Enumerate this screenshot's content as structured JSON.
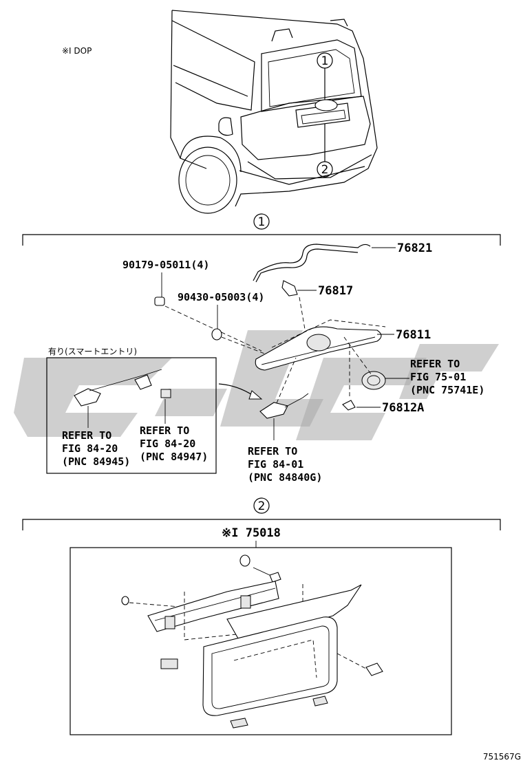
{
  "header": {
    "dop_note": "※I DOP"
  },
  "callouts": {
    "one": "1",
    "two": "2"
  },
  "sections": {
    "one": {
      "parts": {
        "p76821": "76821",
        "p90179": "90179-05011(4)",
        "p76817": "76817",
        "p90430": "90430-05003(4)",
        "p76811": "76811",
        "p76812a": "76812A"
      },
      "inset_title": "有り(スマートエントリ)",
      "refs": {
        "ref_a": [
          "REFER TO",
          "FIG 84-20",
          "(PNC 84945)"
        ],
        "ref_b": [
          "REFER TO",
          "FIG 84-20",
          "(PNC 84947)"
        ],
        "ref_c": [
          "REFER TO",
          "FIG 84-01",
          "(PNC 84840G)"
        ],
        "ref_d": [
          "REFER TO",
          "FIG 75-01",
          "(PNC 75741E)"
        ]
      }
    },
    "two": {
      "part": "※I 75018"
    }
  },
  "footer": {
    "figure_code": "751567G"
  }
}
